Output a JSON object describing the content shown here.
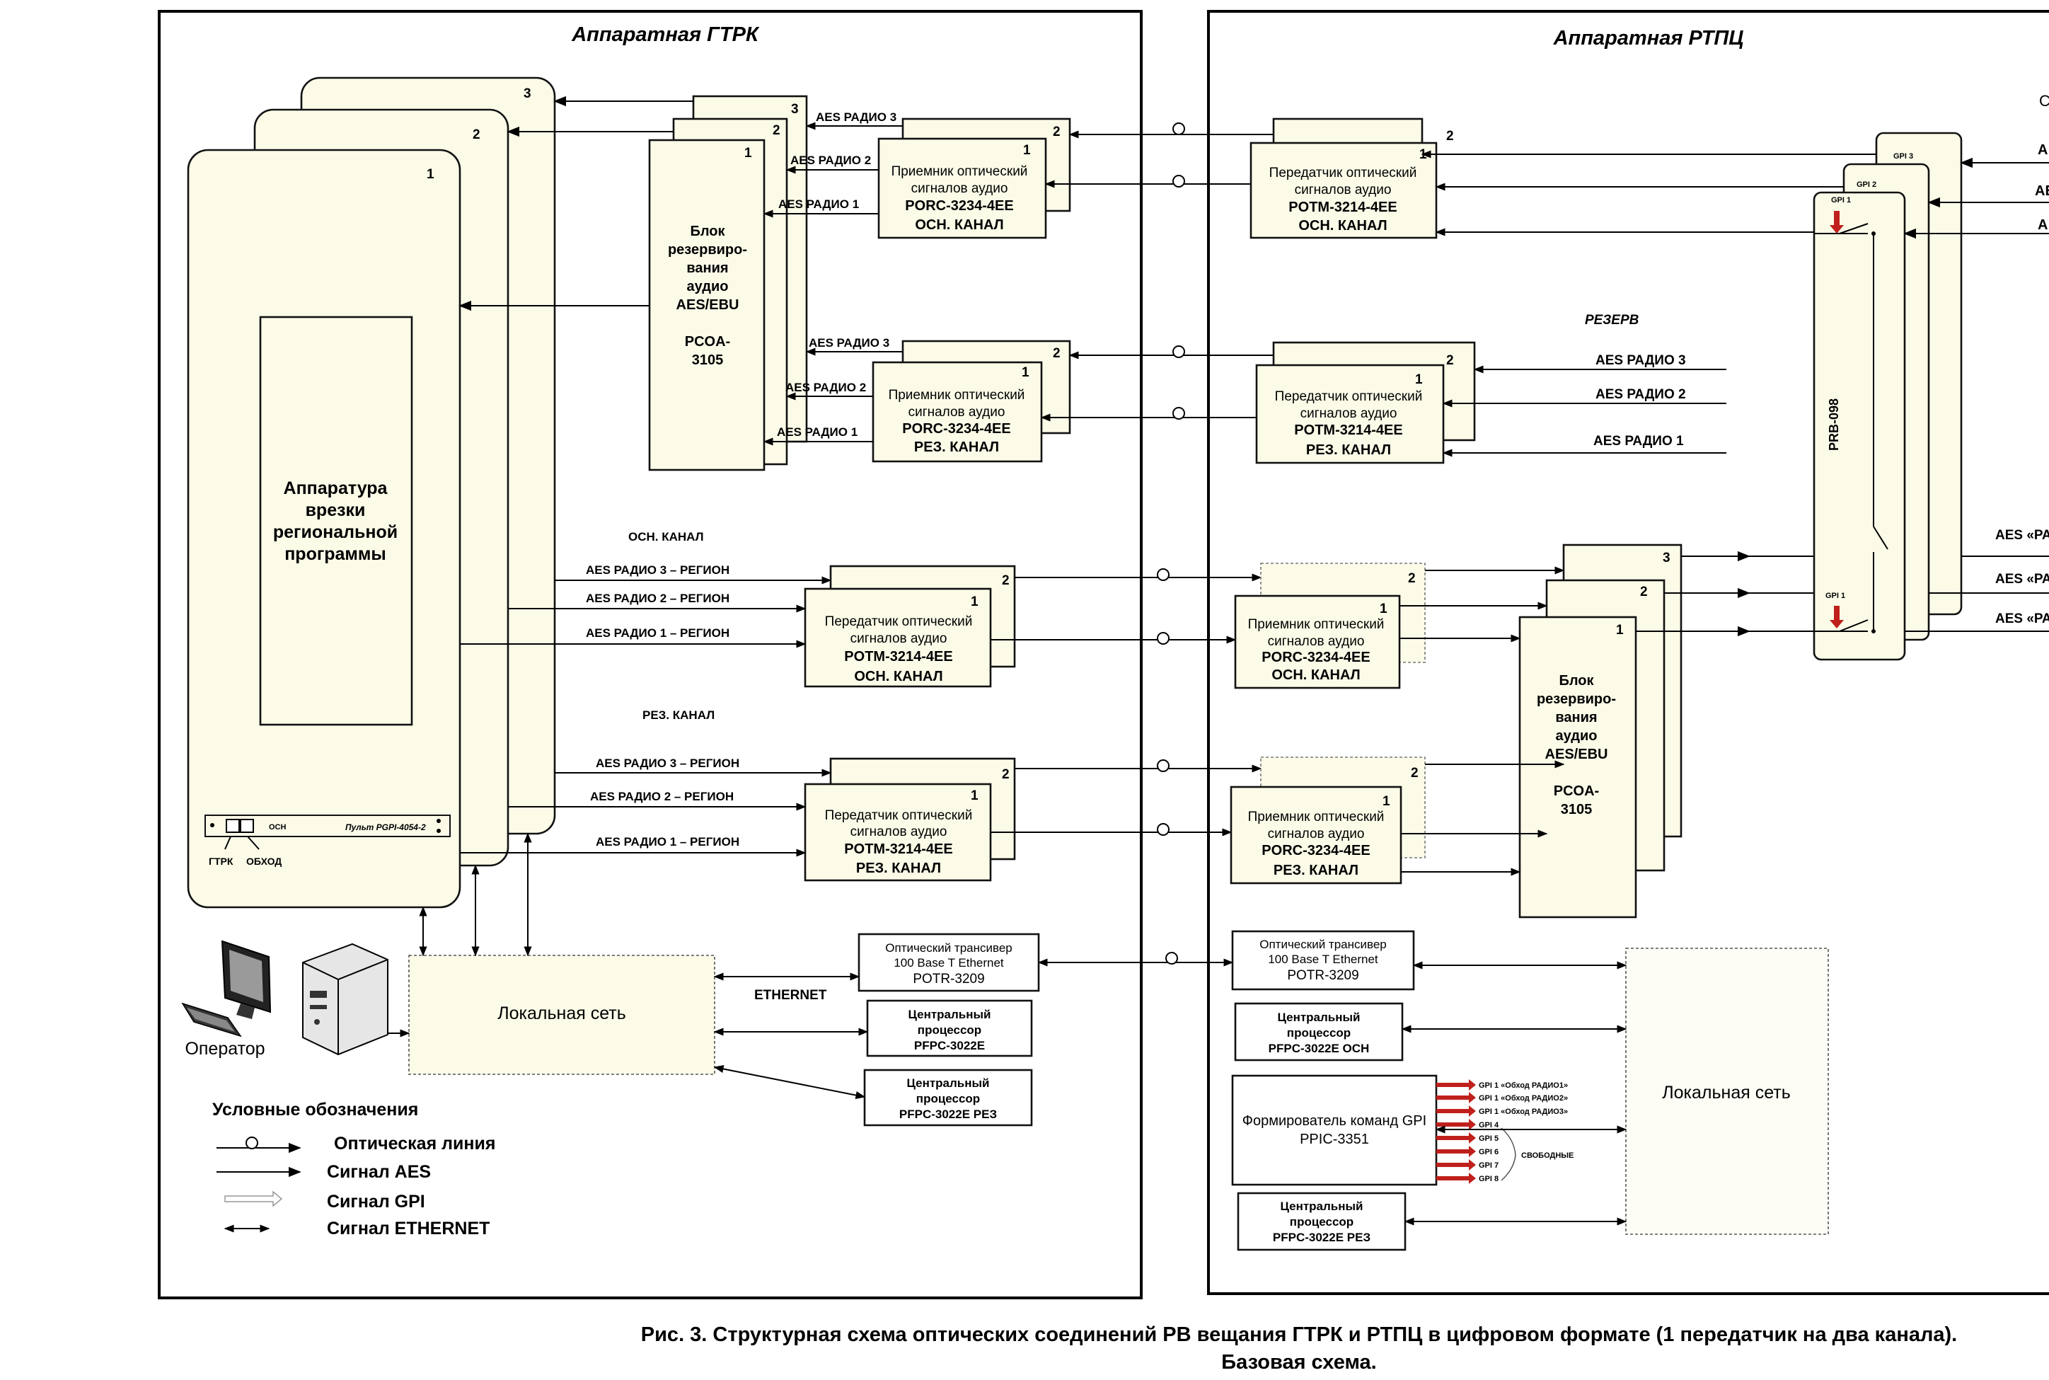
{
  "zones": {
    "gtrk_title": "Аппаратная ГТРК",
    "rtpc_title": "Аппаратная РТПЦ"
  },
  "gtrk": {
    "equipment": {
      "label": [
        "Аппаратура",
        "врезки",
        "региональной",
        "программы"
      ],
      "stack_numbers": [
        "1",
        "2",
        "3"
      ]
    },
    "console": {
      "label": "Пульт PGPI-4054-2",
      "btn_gtrk": "ГТРК",
      "btn_bypass": "ОБХОД",
      "mark": "ОСН"
    },
    "backup_block": {
      "label": [
        "Блок",
        "резервиро-",
        "вания",
        "аудио",
        "AES/EBU"
      ],
      "model": [
        "PCOA-",
        "3105"
      ],
      "stack_numbers": [
        "1",
        "2",
        "3"
      ]
    },
    "receiver_main": {
      "lines": [
        "Приемник оптический",
        "сигналов аудио"
      ],
      "model": "PORC-3234-4EE",
      "channel": "ОСН. КАНАЛ",
      "numbers": [
        "1",
        "2"
      ]
    },
    "receiver_res": {
      "lines": [
        "Приемник оптический",
        "сигналов аудио"
      ],
      "model": "PORC-3234-4EE",
      "channel": "РЕЗ. КАНАЛ",
      "numbers": [
        "1",
        "2"
      ]
    },
    "tx_main_title": "ОСН. КАНАЛ",
    "tx_res_title": "РЕЗ. КАНАЛ",
    "transmitter_main": {
      "lines": [
        "Передатчик оптический",
        "сигналов аудио"
      ],
      "model": "POTM-3214-4EE",
      "channel": "ОСН. КАНАЛ",
      "numbers": [
        "1",
        "2"
      ]
    },
    "transmitter_res": {
      "lines": [
        "Передатчик оптический",
        "сигналов аудио"
      ],
      "model": "POTM-3214-4EE",
      "channel": "РЕЗ. КАНАЛ",
      "numbers": [
        "1",
        "2"
      ]
    },
    "recv_signals": [
      "AES РАДИО 3",
      "AES РАДИО 2",
      "AES РАДИО 1"
    ],
    "region_signals": [
      "AES РАДИО 3 – РЕГИОН",
      "AES РАДИО 2 – РЕГИОН",
      "AES РАДИО 1 – РЕГИОН"
    ],
    "transceiver": [
      "Оптический трансивер",
      "100 Base T Ethernet",
      "POTR-3209"
    ],
    "cpu1": [
      "Центральный",
      "процессор",
      "PFPC-3022E"
    ],
    "cpu2": [
      "Центральный",
      "процессор",
      "PFPC-3022E РЕЗ"
    ],
    "lan": "Локальная сеть",
    "ethernet": "ETHERNET",
    "operator": "Оператор"
  },
  "rtpc": {
    "transmitter_main": {
      "lines": [
        "Передатчик оптический",
        "сигналов аудио"
      ],
      "model": "POTM-3214-4EE",
      "channel": "ОСН. КАНАЛ",
      "numbers": [
        "1",
        "2"
      ]
    },
    "transmitter_res": {
      "lines": [
        "Передатчик оптический",
        "сигналов аудио"
      ],
      "model": "POTM-3214-4EE",
      "channel": "РЕЗ. КАНАЛ",
      "numbers": [
        "1",
        "2"
      ]
    },
    "reserve_title": "РЕЗЕРВ",
    "reserve_signals": [
      "AES РАДИО 3",
      "AES РАДИО 2",
      "AES РАДИО 1"
    ],
    "receiver_main": {
      "lines": [
        "Приемник оптический",
        "сигналов аудио"
      ],
      "model": "PORC-3234-4EE",
      "channel": "ОСН. КАНАЛ",
      "numbers": [
        "1",
        "2"
      ]
    },
    "receiver_res": {
      "lines": [
        "Приемник оптический",
        "сигналов аудио"
      ],
      "model": "PORC-3234-4EE",
      "channel": "РЕЗ. КАНАЛ",
      "numbers": [
        "1",
        "2"
      ]
    },
    "backup_block": {
      "label": [
        "Блок",
        "резервиро-",
        "вания",
        "аудио",
        "AES/EBU"
      ],
      "model": [
        "PCOA-",
        "3105"
      ],
      "stack_numbers": [
        "1",
        "2",
        "3"
      ]
    },
    "prb": {
      "label": "PRB-098",
      "gpi_labels": [
        "GPI 3",
        "GPI 2",
        "GPI 1",
        "GPI 1"
      ]
    },
    "right_in": [
      "А",
      "АЕ",
      "А"
    ],
    "right_out": [
      "AES «РА",
      "AES «РА",
      "AES «РА"
    ],
    "right_edge": "С",
    "transceiver": [
      "Оптический трансивер",
      "100 Base T Ethernet",
      "POTR-3209"
    ],
    "cpu1": [
      "Центральный",
      "процессор",
      "PFPC-3022E ОСН"
    ],
    "gpi_former": [
      "Формирователь команд GPI",
      "PPIC-3351"
    ],
    "gpi_outputs": [
      "GPI 1 «Обход РАДИО1»",
      "GPI 1 «Обход РАДИО2»",
      "GPI 1 «Обход РАДИО3»",
      "GPI 4",
      "GPI 5",
      "GPI 6",
      "GPI 7",
      "GPI 8"
    ],
    "gpi_free": "СВОБОДНЫЕ",
    "cpu2": [
      "Центральный",
      "процессор",
      "PFPC-3022E РЕЗ"
    ],
    "lan": "Локальная сеть"
  },
  "legend": {
    "title": "Условные обозначения",
    "items": [
      "Оптическая линия",
      "Сигнал AES",
      "Сигнал GPI",
      "Сигнал ETHERNET"
    ]
  },
  "caption": {
    "line1": "Рис. 3. Структурная схема оптических соединений РВ вещания ГТРК  и РТПЦ в цифровом формате (1 передатчик на два канала).",
    "line2": "Базовая схема."
  }
}
